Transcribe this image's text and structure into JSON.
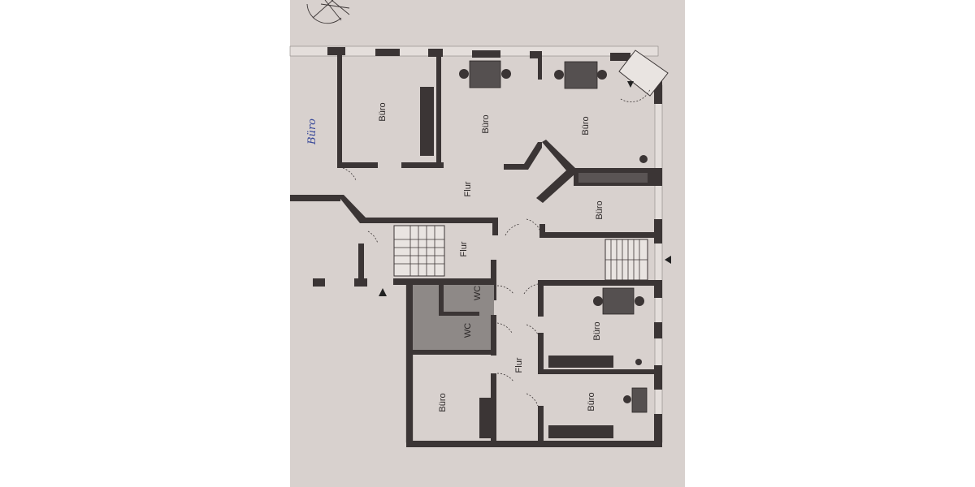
{
  "plan": {
    "rooms": [
      {
        "label": "Büro"
      },
      {
        "label": "Büro"
      },
      {
        "label": "Büro"
      },
      {
        "label": "Flur"
      },
      {
        "label": "Büro"
      },
      {
        "label": "Flur"
      },
      {
        "label": "WC"
      },
      {
        "label": "WC"
      },
      {
        "label": "Büro"
      },
      {
        "label": "Flur"
      },
      {
        "label": "Büro"
      },
      {
        "label": "Büro"
      }
    ],
    "handwritten_note": "Büro",
    "colors": {
      "paper": "#d8d1ce",
      "walls": "#3b3535",
      "tiles": "#8e8987",
      "handwriting": "#3a4a9a"
    }
  }
}
